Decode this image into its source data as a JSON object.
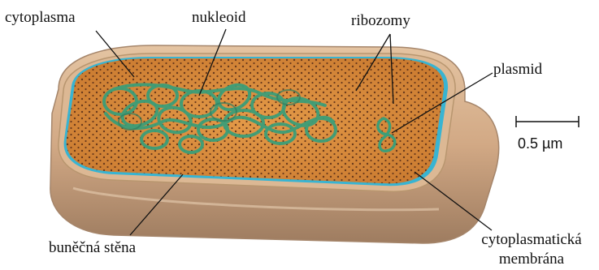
{
  "labels": {
    "cytoplasma": "cytoplasma",
    "nukleoid": "nukleoid",
    "ribozomy": "ribozomy",
    "plasmid": "plasmid",
    "bunecna_stena": "buněčná stěna",
    "cytoplasmaticka_line1": "cytoplasmatická",
    "cytoplasmaticka_line2": "membrána"
  },
  "scale_bar": {
    "label": "0.5 µm"
  },
  "colors": {
    "cell_wall": "#d6b08c",
    "cell_wall_shadow": "#a88567",
    "membrane": "#38b4d2",
    "cytoplasm": "#dc8a3c",
    "ribosome_dots": "#6a3a1c",
    "dna": "#3c9e78"
  }
}
